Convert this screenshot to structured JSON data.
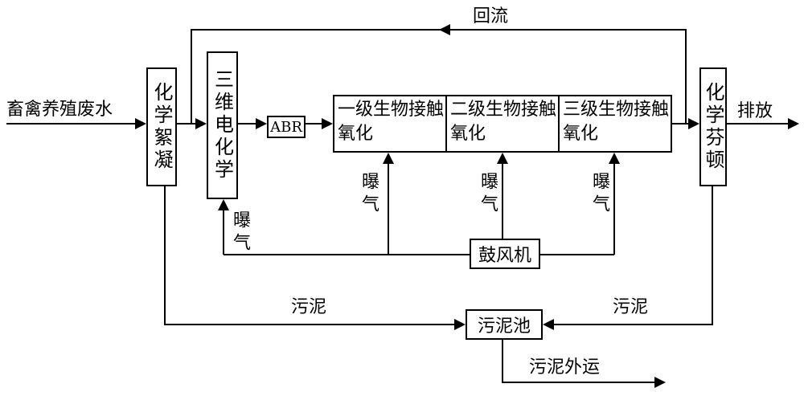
{
  "nodes": {
    "influent": "畜禽养殖废水",
    "coagulation": "化学絮凝",
    "electrochem": "三维电化学",
    "abr": "ABR",
    "stage1": "一级生物接触氧化",
    "stage2": "二级生物接触氧化",
    "stage3": "三级生物接触氧化",
    "fenton": "化学芬顿",
    "discharge": "排放",
    "blower": "鼓风机",
    "sludge_tank": "污泥池",
    "sludge_out": "污泥外运"
  },
  "labels": {
    "reflux": "回流",
    "aeration": "曝气",
    "sludge": "污泥"
  }
}
